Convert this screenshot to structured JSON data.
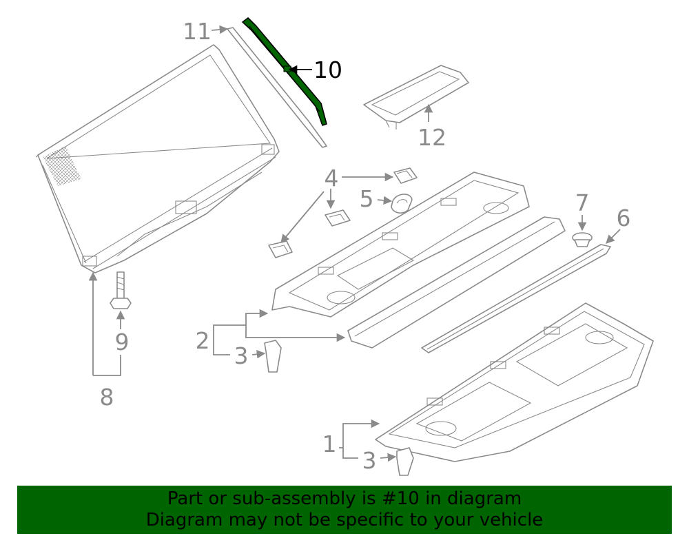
{
  "callouts": [
    "1",
    "2",
    "3",
    "3",
    "4",
    "5",
    "6",
    "7",
    "8",
    "9",
    "10",
    "11",
    "12"
  ],
  "highlight_callout": "10",
  "colors": {
    "line": "#8a8a8a",
    "highlight_part": "#006400",
    "banner_bg": "#006400",
    "banner_text": "#000000",
    "highlight_text": "#000000"
  },
  "banner": {
    "line1": "Part or sub-assembly is #10 in diagram",
    "line2": "Diagram may not be specific to your vehicle"
  }
}
